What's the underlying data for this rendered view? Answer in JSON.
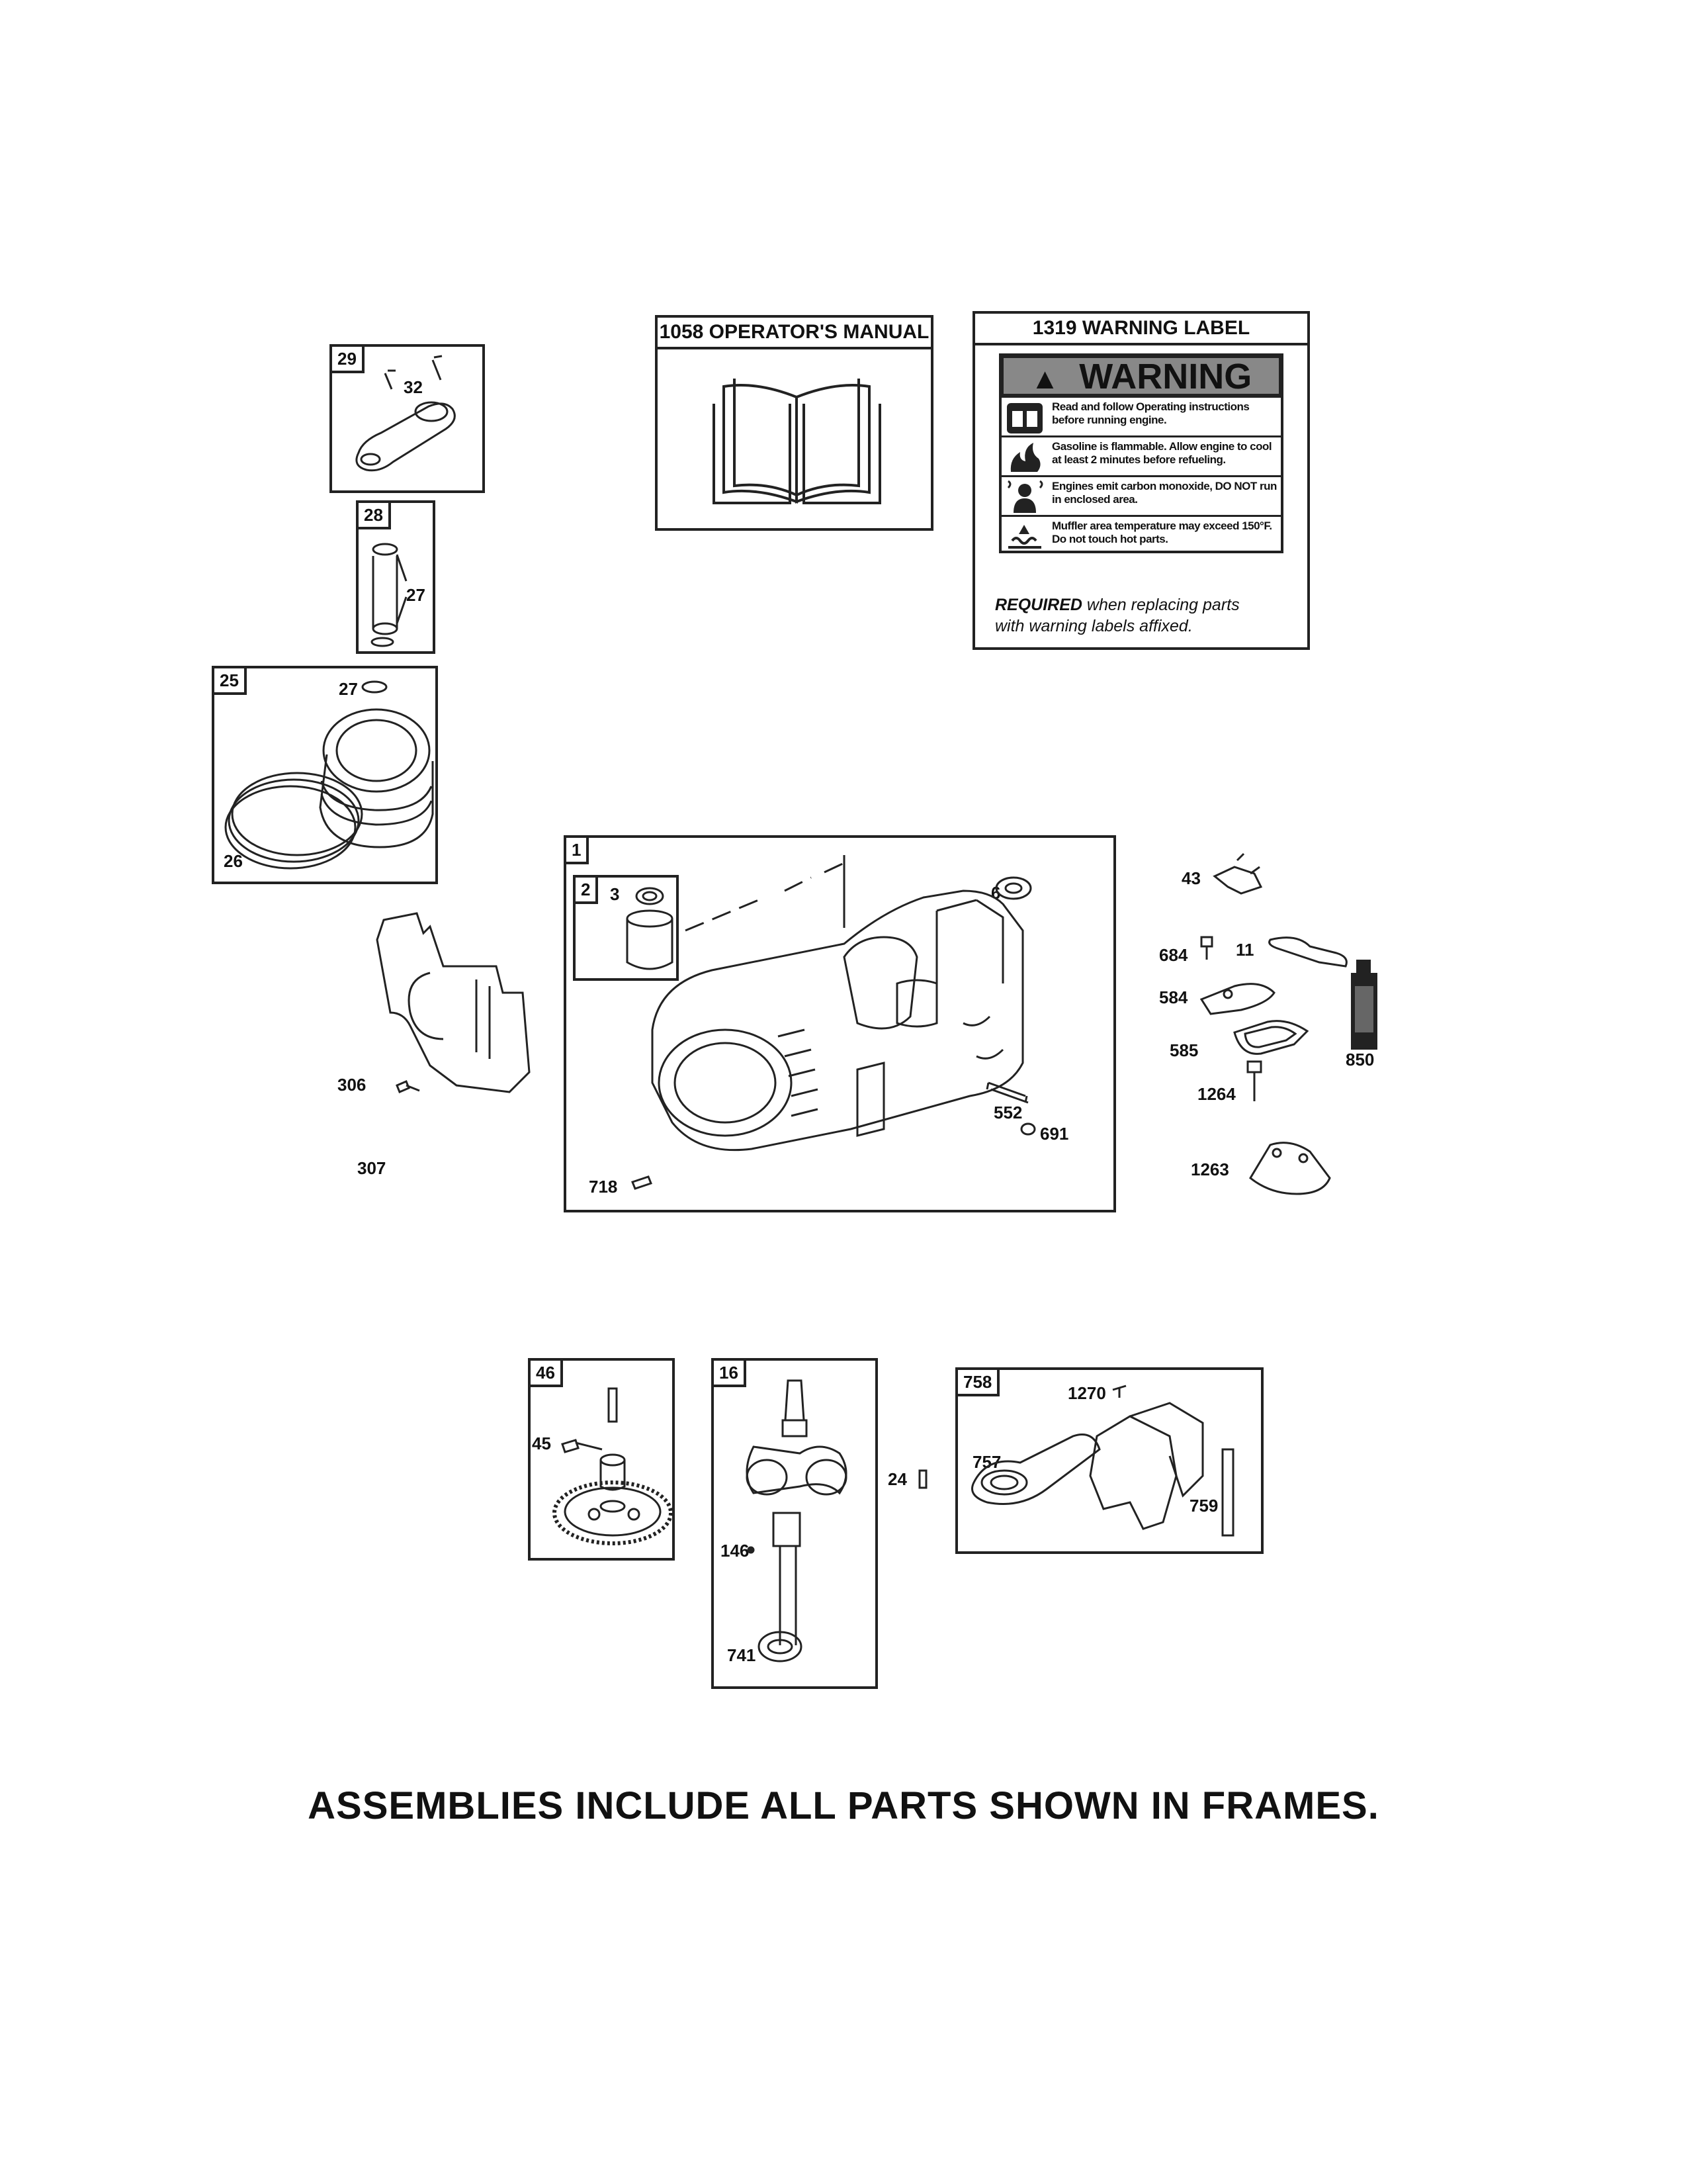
{
  "manual_box": {
    "title": "1058 OPERATOR'S MANUAL"
  },
  "warning_box": {
    "title": "1319 WARNING LABEL",
    "banner": "WARNING",
    "lines": [
      "Read and follow Operating instructions before running engine.",
      "Gasoline is flammable. Allow engine to cool at least 2 minutes before refueling.",
      "Engines emit carbon monoxide, DO NOT run in enclosed area.",
      "Muffler area temperature may exceed 150°F. Do not touch hot parts."
    ],
    "required_bold": "REQUIRED",
    "required_rest": " when replacing parts",
    "required_line2": "with warning labels affixed."
  },
  "frames": {
    "f29": {
      "tag": "29",
      "labels": [
        "32"
      ]
    },
    "f28": {
      "tag": "28",
      "labels": [
        "27"
      ]
    },
    "f25": {
      "tag": "25",
      "labels": [
        "27",
        "26"
      ]
    },
    "f1": {
      "tag": "1",
      "labels": [
        "6",
        "552",
        "691",
        "718"
      ]
    },
    "f2": {
      "tag": "2",
      "labels": [
        "3"
      ]
    },
    "f46": {
      "tag": "46",
      "labels": [
        "45"
      ]
    },
    "f16": {
      "tag": "16",
      "labels": [
        "146",
        "741"
      ]
    },
    "f758": {
      "tag": "758",
      "labels": [
        "1270",
        "757",
        "759"
      ]
    }
  },
  "loose_parts": [
    "306",
    "307",
    "43",
    "684",
    "11",
    "584",
    "585",
    "850",
    "1264",
    "1263",
    "24"
  ],
  "caption": "ASSEMBLIES INCLUDE ALL PARTS SHOWN IN FRAMES."
}
